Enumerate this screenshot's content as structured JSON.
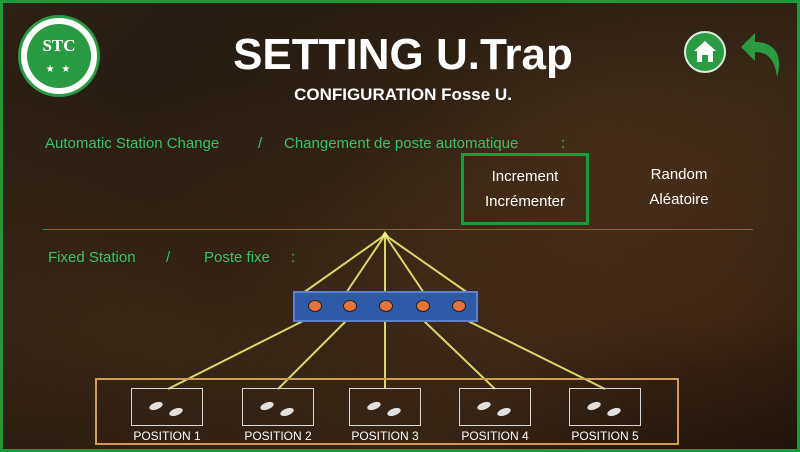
{
  "logo": {
    "text": "STC",
    "stars": "★ ★"
  },
  "header": {
    "title": "SETTING U.Trap",
    "subtitle": "CONFIGURATION Fosse U."
  },
  "nav": {
    "home_icon": "home-icon",
    "back_icon": "back-arrow-icon"
  },
  "automatic_change": {
    "label_en": "Automatic Station Change",
    "separator": "/",
    "label_fr": "Changement de poste automatique",
    "colon": ":",
    "options": [
      {
        "line1": "Increment",
        "line2": "Incrémenter",
        "selected": true
      },
      {
        "line1": "Random",
        "line2": "Aléatoire",
        "selected": false
      }
    ]
  },
  "fixed_station": {
    "label_en": "Fixed Station",
    "separator": "/",
    "label_fr": "Poste fixe",
    "colon": ":"
  },
  "positions": [
    {
      "label": "POSITION 1",
      "icon": "footprints-icon"
    },
    {
      "label": "POSITION 2",
      "icon": "footprints-icon"
    },
    {
      "label": "POSITION 3",
      "icon": "footprints-icon"
    },
    {
      "label": "POSITION 4",
      "icon": "footprints-icon"
    },
    {
      "label": "POSITION 5",
      "icon": "footprints-icon"
    }
  ],
  "colors": {
    "accent": "#1f9a3a",
    "label": "#3bc266",
    "rail": "#2f5aa8",
    "light": "#e8743a",
    "frame": "#d49a53",
    "lines": "#d8d86a"
  }
}
